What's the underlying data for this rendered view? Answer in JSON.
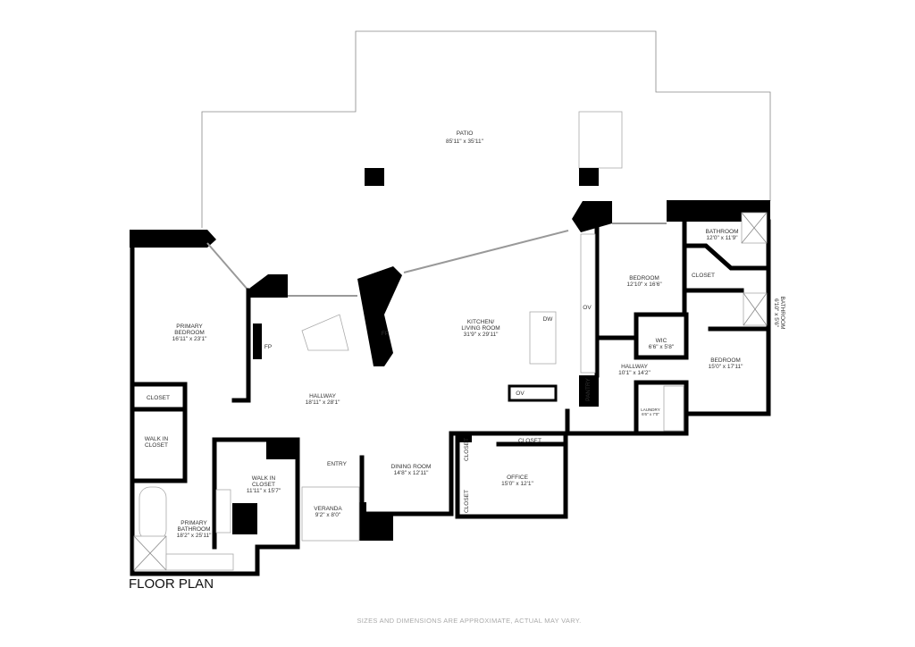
{
  "title": "FLOOR PLAN",
  "disclaimer": "SIZES AND DIMENSIONS ARE APPROXIMATE, ACTUAL MAY VARY.",
  "rooms": {
    "patio": {
      "name": "PATIO",
      "dim": "85'11\" x 35'11\""
    },
    "primary_bedroom": {
      "name1": "PRIMARY",
      "name2": "BEDROOM",
      "dim": "16'11\" x 23'1\""
    },
    "closet_1": {
      "name": "CLOSET"
    },
    "walk_in_closet_1": {
      "name1": "WALK IN",
      "name2": "CLOSET"
    },
    "primary_bathroom": {
      "name1": "PRIMARY",
      "name2": "BATHROOM",
      "dim": "18'2\" x 25'11\""
    },
    "walk_in_closet_2": {
      "name1": "WALK IN",
      "name2": "CLOSET",
      "dim": "11'11\" x 15'7\""
    },
    "hallway_1": {
      "name": "HALLWAY",
      "dim": "18'11\" x 28'1\""
    },
    "entry": {
      "name": "ENTRY"
    },
    "veranda": {
      "name": "VERANDA",
      "dim": "9'2\" x 8'0\""
    },
    "dining_room": {
      "name": "DINING ROOM",
      "dim": "14'8\" x 12'11\""
    },
    "kitchen": {
      "name1": "KITCHEN/",
      "name2": "LIVING ROOM",
      "dim": "31'9\" x 29'11\""
    },
    "office": {
      "name": "OFFICE",
      "dim": "15'0\" x 12'1\""
    },
    "closet_office_top": {
      "name": "CLOSET"
    },
    "closet_office_a": {
      "name": "CLOSET"
    },
    "closet_office_b": {
      "name": "CLOSET"
    },
    "pantry": {
      "name": "PANTRY"
    },
    "bedroom_1": {
      "name": "BEDROOM",
      "dim": "12'10\" x 16'6\""
    },
    "wic": {
      "name": "WIC",
      "dim": "6'6\" x 5'8\""
    },
    "hallway_2": {
      "name": "HALLWAY",
      "dim": "10'1\" x 14'2\""
    },
    "laundry": {
      "name": "LAUNDRY",
      "dim": "6'6\" x 7'0\""
    },
    "bedroom_2": {
      "name": "BEDROOM",
      "dim": "15'0\" x 17'11\""
    },
    "bathroom_1": {
      "name": "BATHROOM",
      "dim": "12'0\" x 11'9\""
    },
    "closet_bed": {
      "name": "CLOSET"
    },
    "bathroom_2": {
      "name": "BATHROOM",
      "dim": "6'10\" x 5'6\""
    }
  },
  "fixtures": {
    "fp": "FP",
    "ov": "OV",
    "dw": "DW"
  }
}
